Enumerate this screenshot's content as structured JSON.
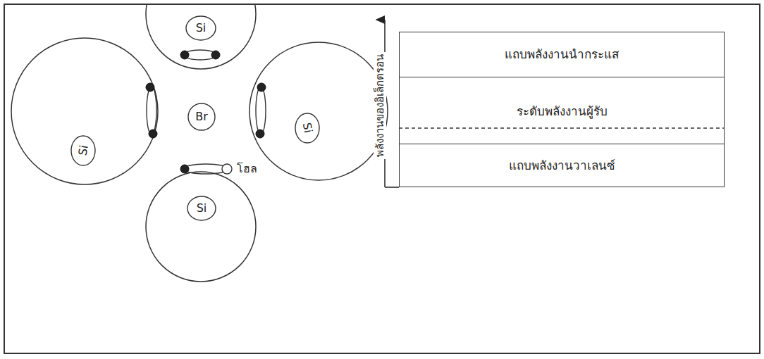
{
  "diagram": {
    "nodes": [
      {
        "text": [
          "Si"
        ]
      },
      {
        "text": [
          "Si"
        ]
      },
      {
        "text": [
          "Br"
        ]
      },
      {
        "text": [
          "Si"
        ]
      },
      {
        "text": [
          "Si"
        ]
      },
      {
        "text": [
          "แถบพลังงานนำกระแส"
        ]
      },
      {
        "text": [
          "ระดับพลังงานผู้รับ"
        ]
      },
      {
        "text": [
          "แถบพลังงานวาเลนซ์"
        ]
      }
    ],
    "labels": [
      "โฮล",
      "พลังงานของอิเล็กตรอน"
    ]
  }
}
